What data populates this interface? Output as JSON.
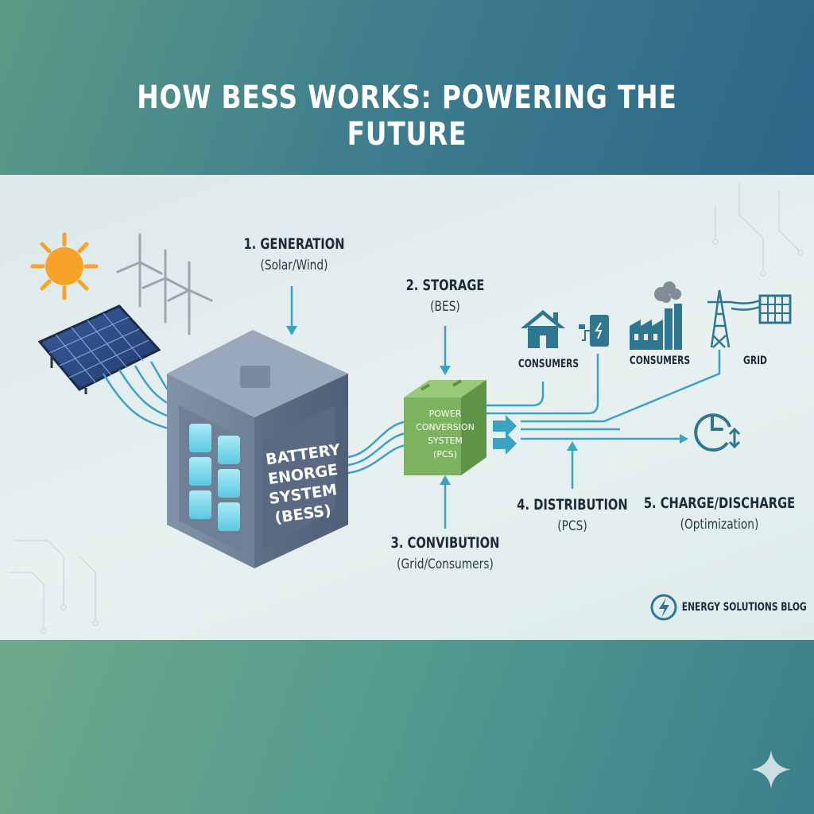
{
  "title": "HOW BESS WORKS: POWERING THE FUTURE",
  "steps": [
    {
      "label": "1. GENERATION",
      "sub": "(Solar/Wind)"
    },
    {
      "label": "2. STORAGE",
      "sub": "(BES)"
    },
    {
      "label": "3. CONVIBUTION",
      "sub": "(Grid/Consumers)"
    },
    {
      "label": "4. DISTRIBUTION",
      "sub": "(PCS)"
    },
    {
      "label": "5. CHARGE/DISCHARGE",
      "sub": "(Optimization)"
    }
  ],
  "battery": {
    "lines": [
      "BATTERY",
      "ENORGE",
      "SYSTEM",
      "(BESS)"
    ]
  },
  "pcs": {
    "lines": [
      "POWER",
      "CONVERSION",
      "SYSTEM",
      "(PCS)"
    ]
  },
  "endpoints": {
    "consumers_home": "CONSUMERS",
    "consumers_industry": "CONSUMERS",
    "grid": "GRID"
  },
  "brand": "ENERGY SOLUTIONS BLOG",
  "colors": {
    "flow": "#3aa3c2",
    "battery": "#7e8ea3",
    "pcs": "#7db35e",
    "icon": "#2f7791",
    "sun": "#f7a22a"
  }
}
